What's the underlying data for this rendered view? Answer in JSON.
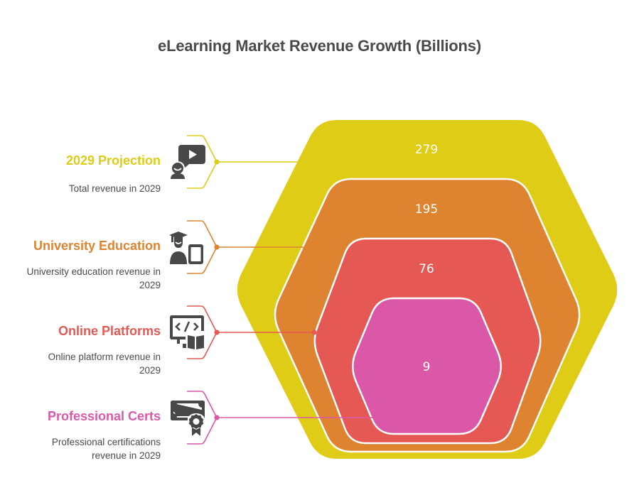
{
  "title": "eLearning Market Revenue Growth (Billions)",
  "items": [
    {
      "label": "2029 Projection",
      "description": "Total revenue in 2029",
      "value": "279",
      "color": "#dfcc16",
      "icon": "video-chat-user-icon"
    },
    {
      "label": "University Education",
      "description": "University education revenue in 2029",
      "value": "195",
      "color": "#de8430",
      "icon": "graduate-phone-icon"
    },
    {
      "label": "Online Platforms",
      "description": "Online platform revenue in 2029",
      "value": "76",
      "color": "#e55854",
      "icon": "code-monitor-book-icon"
    },
    {
      "label": "Professional Certs",
      "description": "Professional certifications revenue in 2029",
      "value": "9",
      "color": "#db58a8",
      "icon": "certificate-badge-icon"
    }
  ],
  "icon_color": "#484848"
}
